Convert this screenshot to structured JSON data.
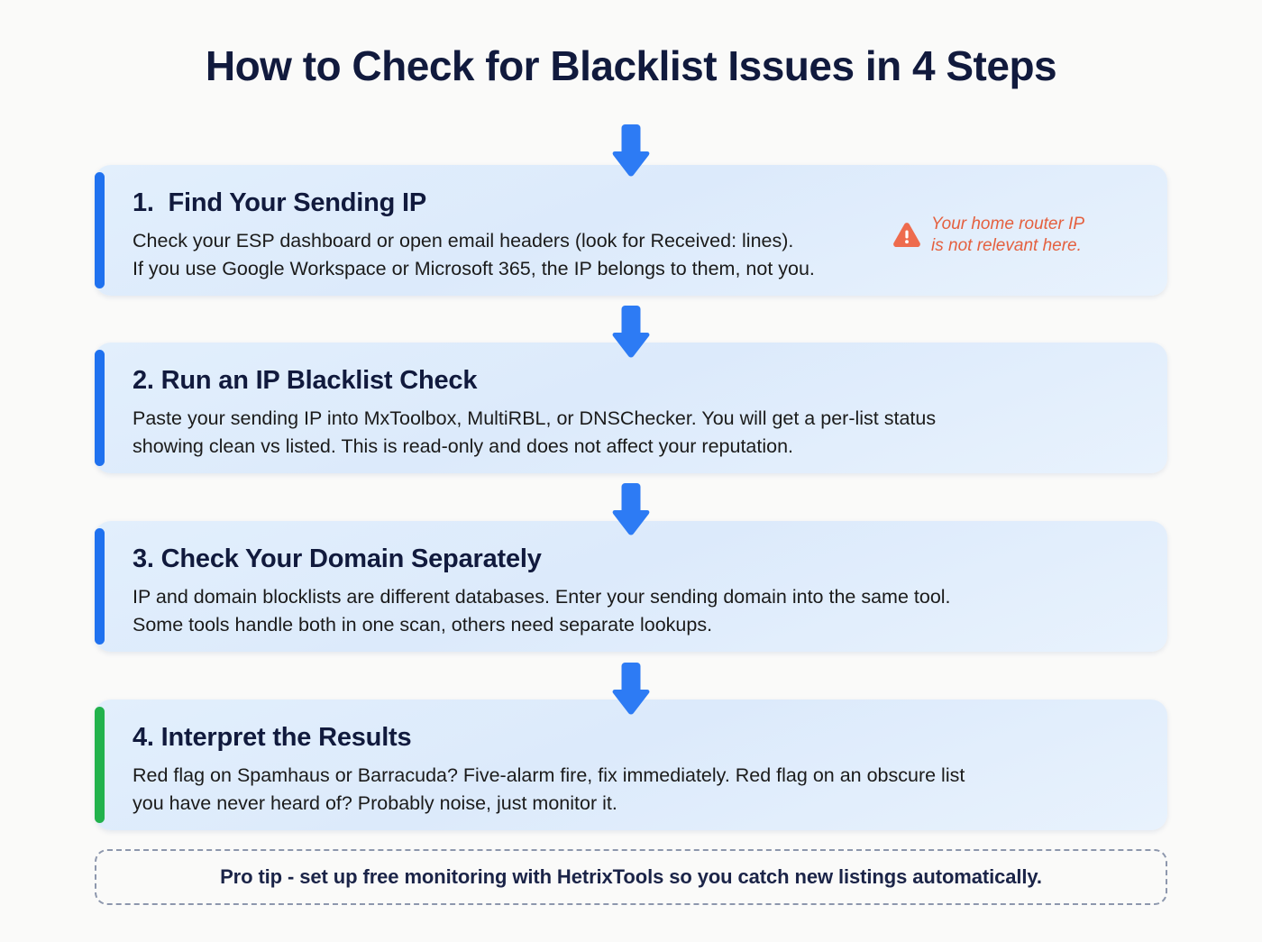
{
  "title": "How to Check for Blacklist Issues in 4 Steps",
  "colors": {
    "page_background": "#FAFAF9",
    "title": "#111A3D",
    "card_background": "#DCEAFB",
    "accent_blue": "#1F71EF",
    "accent_green": "#22B24C",
    "arrow_blue": "#2D7BF4",
    "warning": "#E4603F",
    "body_text": "#1B1B1B",
    "dashed_border": "#8D97AD"
  },
  "steps": [
    {
      "heading": "1.  Find Your Sending IP",
      "body": "Check your ESP dashboard or open email headers (look for Received: lines).\nIf you use Google Workspace or Microsoft 365, the IP belongs to them, not you.",
      "accent": "blue",
      "warning": {
        "icon": "warning-triangle-icon",
        "text": "Your home router IP\nis not relevant here."
      }
    },
    {
      "heading": "2. Run an IP Blacklist Check",
      "body": "Paste your sending IP into MxToolbox, MultiRBL, or DNSChecker. You will get a per-list status\nshowing clean vs listed. This is read-only and does not affect your reputation.",
      "accent": "blue",
      "warning": null
    },
    {
      "heading": "3. Check Your Domain Separately",
      "body": "IP and domain blocklists are different databases. Enter your sending domain into the same tool.\nSome tools handle both in one scan, others need separate lookups.",
      "accent": "blue",
      "warning": null
    },
    {
      "heading": "4. Interpret the Results",
      "body": "Red flag on Spamhaus or Barracuda? Five-alarm fire, fix immediately. Red flag on an obscure list\nyou have never heard of? Probably noise, just monitor it.",
      "accent": "green",
      "warning": null
    }
  ],
  "arrows": {
    "icon": "arrow-down-icon",
    "count": 4
  },
  "pro_tip": {
    "text": "Pro tip - set up free monitoring with HetrixTools so you catch new listings automatically."
  }
}
